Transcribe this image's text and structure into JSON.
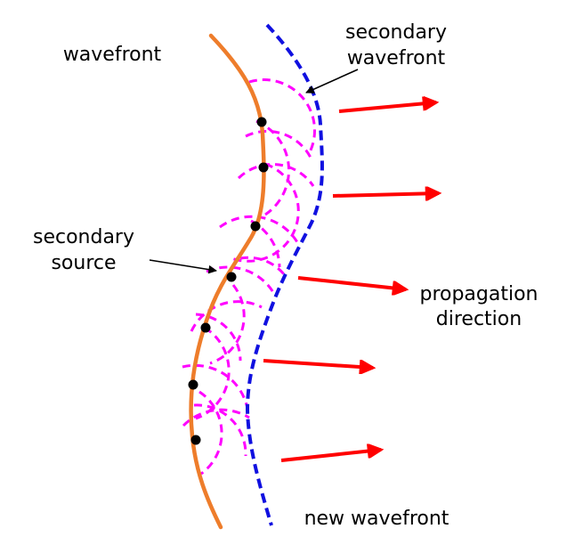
{
  "labels": {
    "wavefront": "wavefront",
    "secondary_wavefront_line1": "secondary",
    "secondary_wavefront_line2": "wavefront",
    "secondary_source_line1": "secondary",
    "secondary_source_line2": "source",
    "propagation_line1": "propagation",
    "propagation_line2": "direction",
    "new_wavefront": "new wavefront"
  },
  "colors": {
    "wavefront": "#ee7d2b",
    "new_wavefront": "#1010e0",
    "secondary_wavelets": "#ff00ff",
    "propagation_arrows": "#ff0000",
    "sources": "#000000",
    "pointer_arrows": "#000000",
    "text": "#000000"
  }
}
